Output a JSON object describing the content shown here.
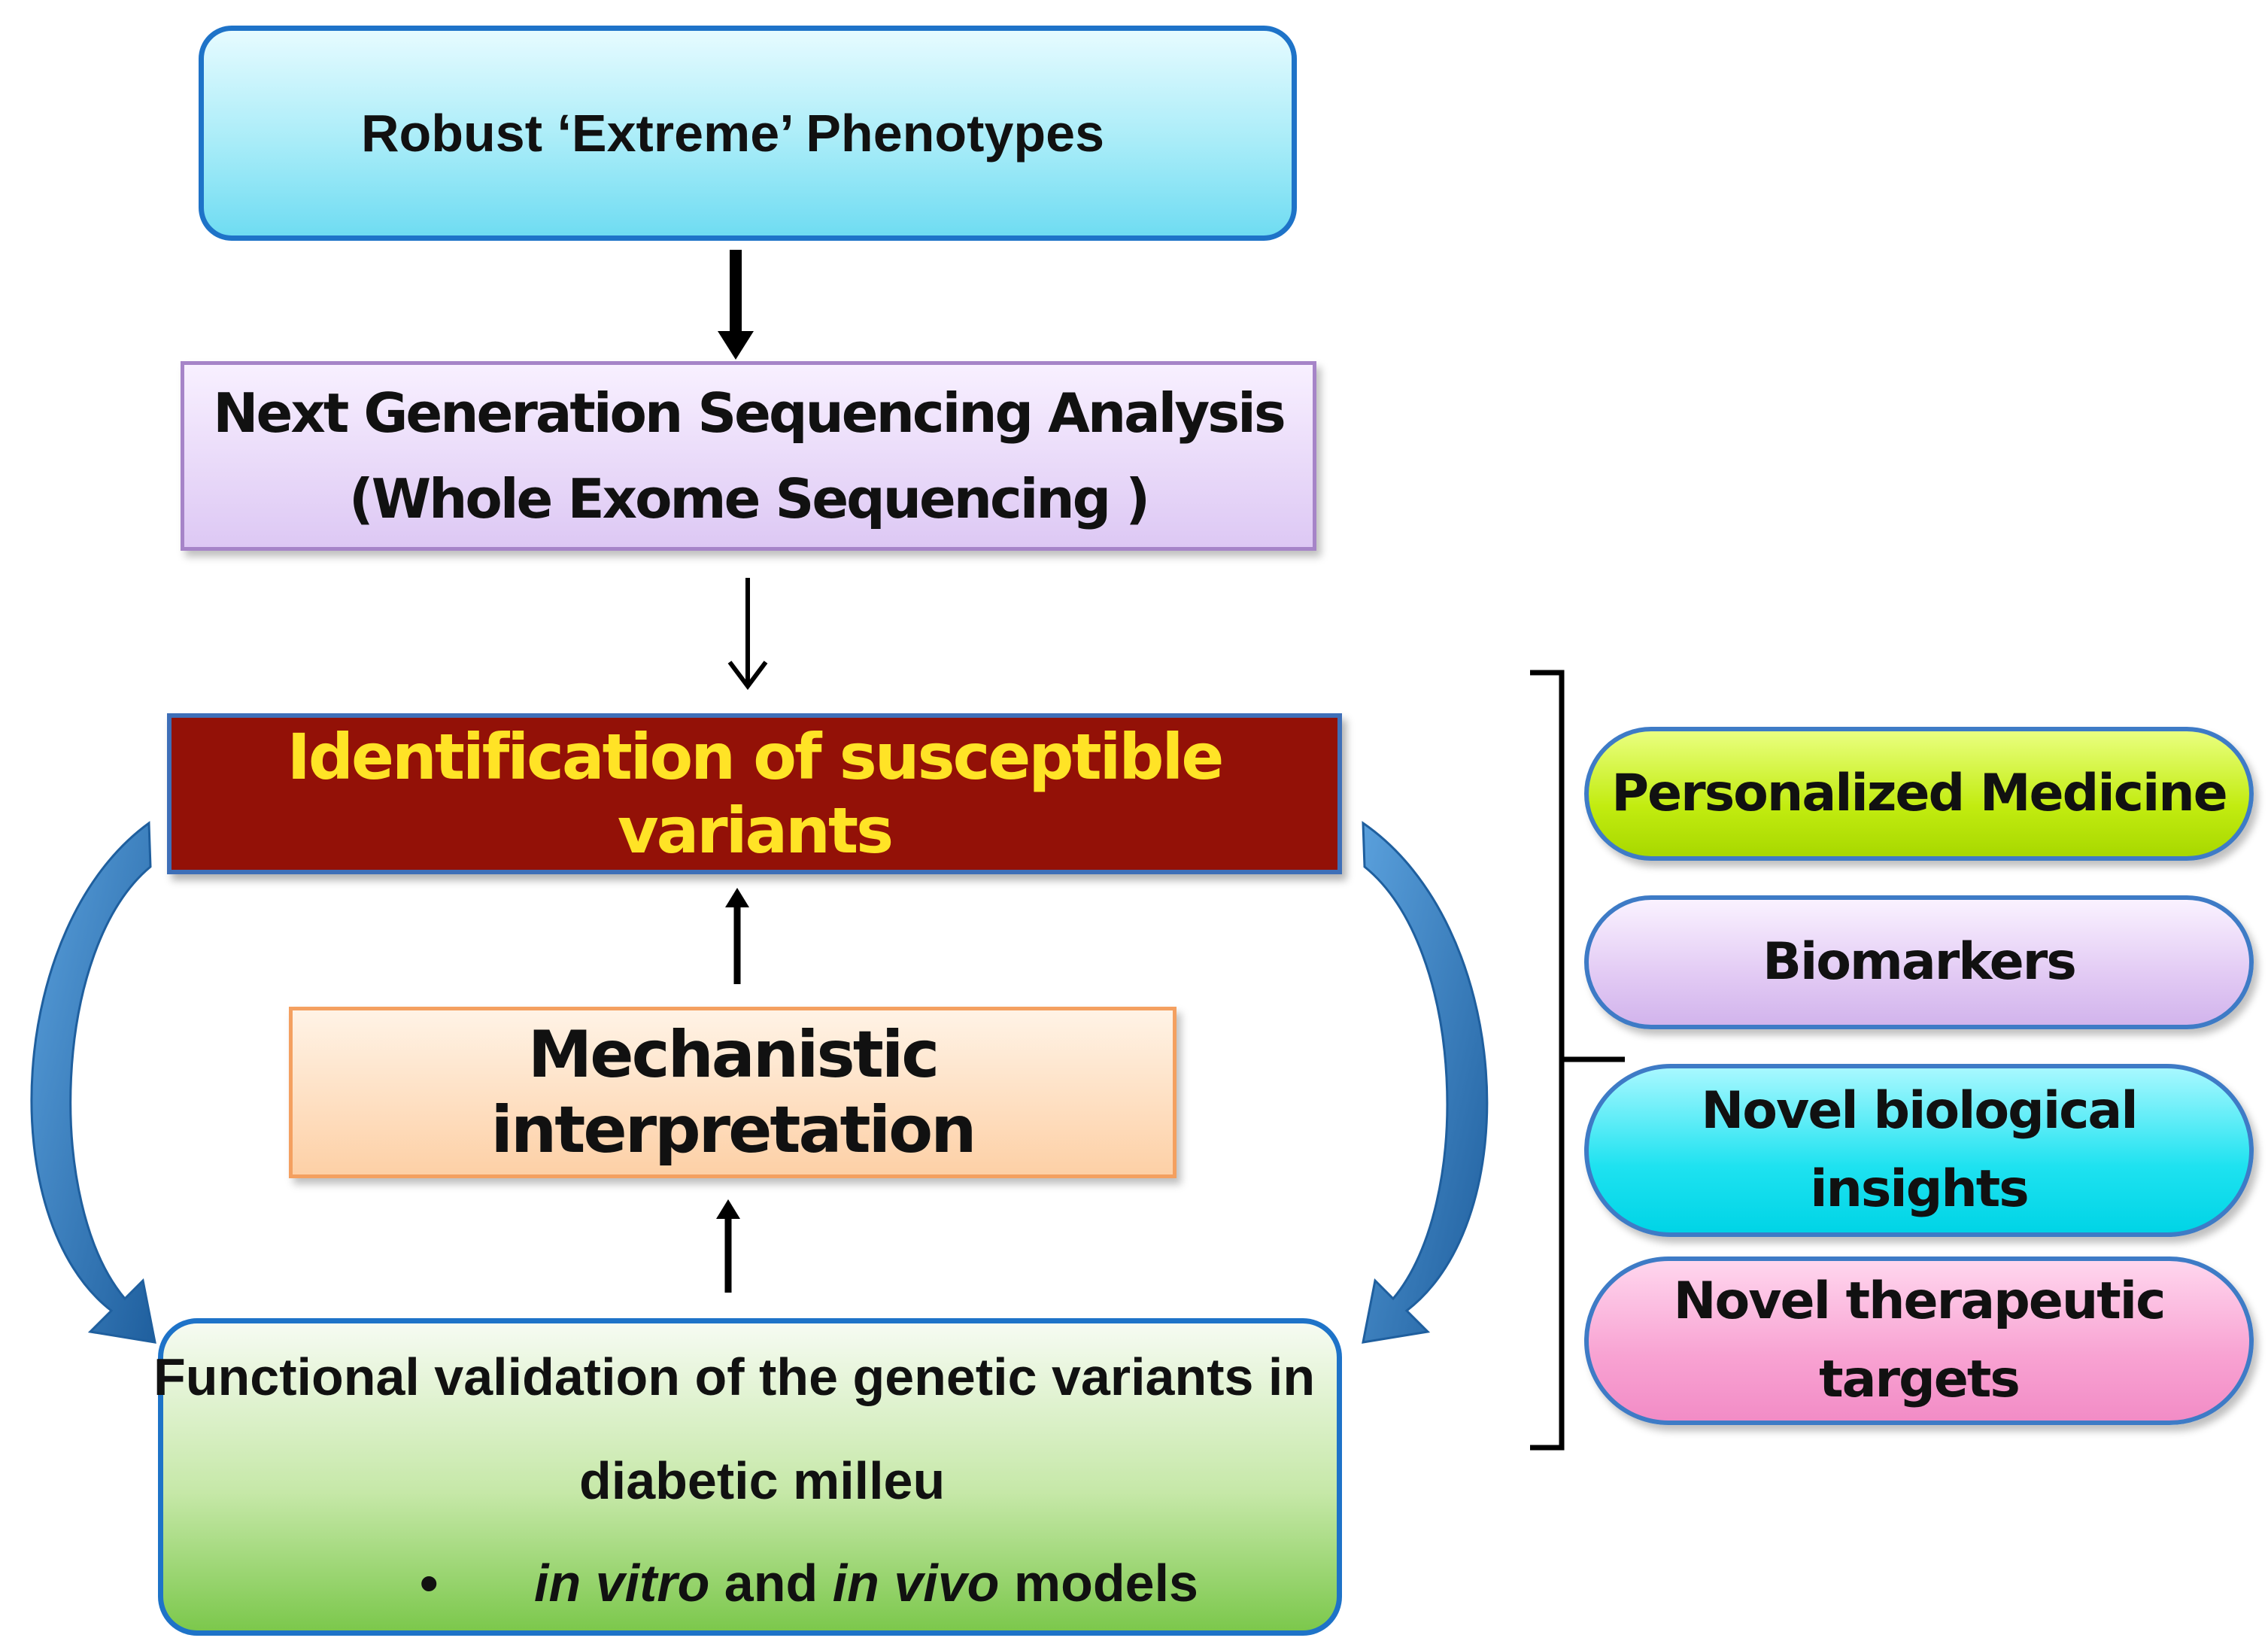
{
  "phenotypes": {
    "label": "Robust ‘Extreme’ Phenotypes"
  },
  "ngs": {
    "line1": "Next Generation Sequencing Analysis",
    "line2": "(Whole Exome  Sequencing )"
  },
  "identification": {
    "label": "Identification of susceptible variants"
  },
  "mechanistic": {
    "label": "Mechanistic interpretation"
  },
  "functional": {
    "line1": "Functional validation of the genetic variants in",
    "line2": "diabetic milleu",
    "bullet": "•",
    "line3_part1": "in vitro",
    "line3_part2": " and ",
    "line3_part3": "in vivo",
    "line3_part4": " models"
  },
  "outcomes": [
    {
      "line1": "Personalized Medicine",
      "line2": "",
      "color": "#c2ec10"
    },
    {
      "line1": "Biomarkers",
      "line2": "",
      "color": "#e2caf4"
    },
    {
      "line1": "Novel biological",
      "line2": "insights",
      "color": "#1ee2f0"
    },
    {
      "line1": "Novel therapeutic",
      "line2": "targets",
      "color": "#f8a2d2"
    }
  ],
  "colors": {
    "box_border": "#1e73c8",
    "curved_arrow": "#2b6cb0",
    "arrow": "#000000"
  }
}
